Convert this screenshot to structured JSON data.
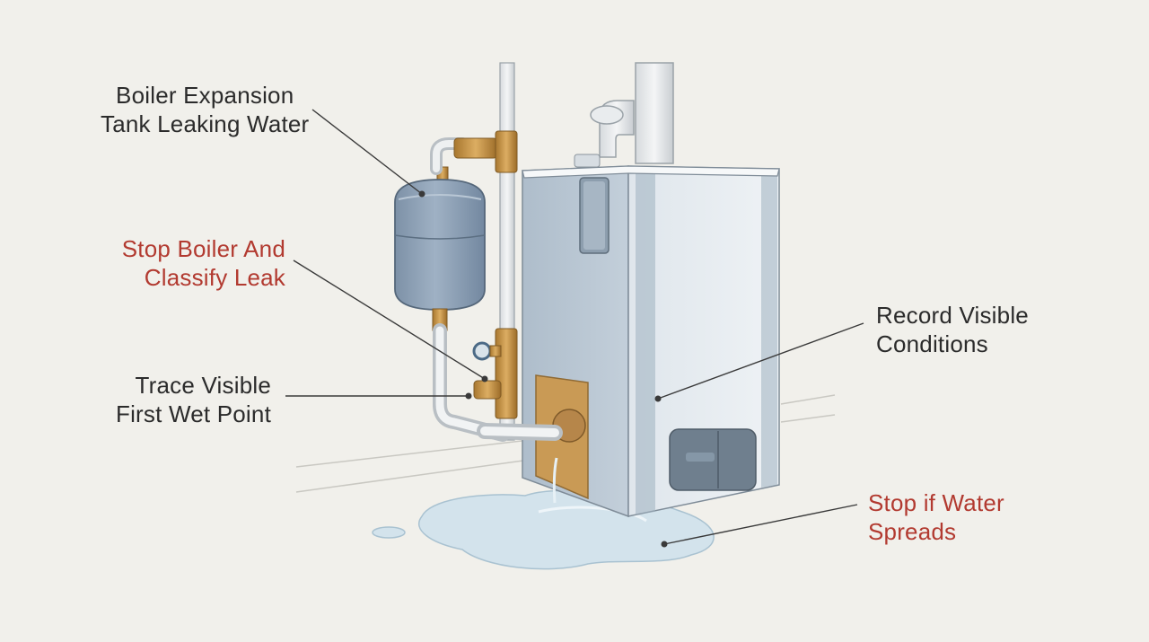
{
  "colors": {
    "background": "#f1f0eb",
    "text": "#2b2b2b",
    "warning_text": "#b23a30",
    "tank": "#8fa3b8",
    "boiler": "#c9d3dd",
    "brass": "#c9964a",
    "water": "#cfe0ea"
  },
  "callouts": [
    {
      "id": "expansion-tank",
      "lines": [
        "Boiler Expansion",
        "Tank Leaking Water"
      ],
      "tone": "normal"
    },
    {
      "id": "stop-classify",
      "lines": [
        "Stop Boiler And",
        "Classify Leak"
      ],
      "tone": "warning"
    },
    {
      "id": "trace-wet-point",
      "lines": [
        "Trace Visible",
        "First Wet Point"
      ],
      "tone": "normal"
    },
    {
      "id": "record-conditions",
      "lines": [
        "Record Visible",
        "Conditions"
      ],
      "tone": "normal"
    },
    {
      "id": "stop-spreads",
      "lines": [
        "Stop if Water",
        "Spreads"
      ],
      "tone": "warning"
    }
  ]
}
